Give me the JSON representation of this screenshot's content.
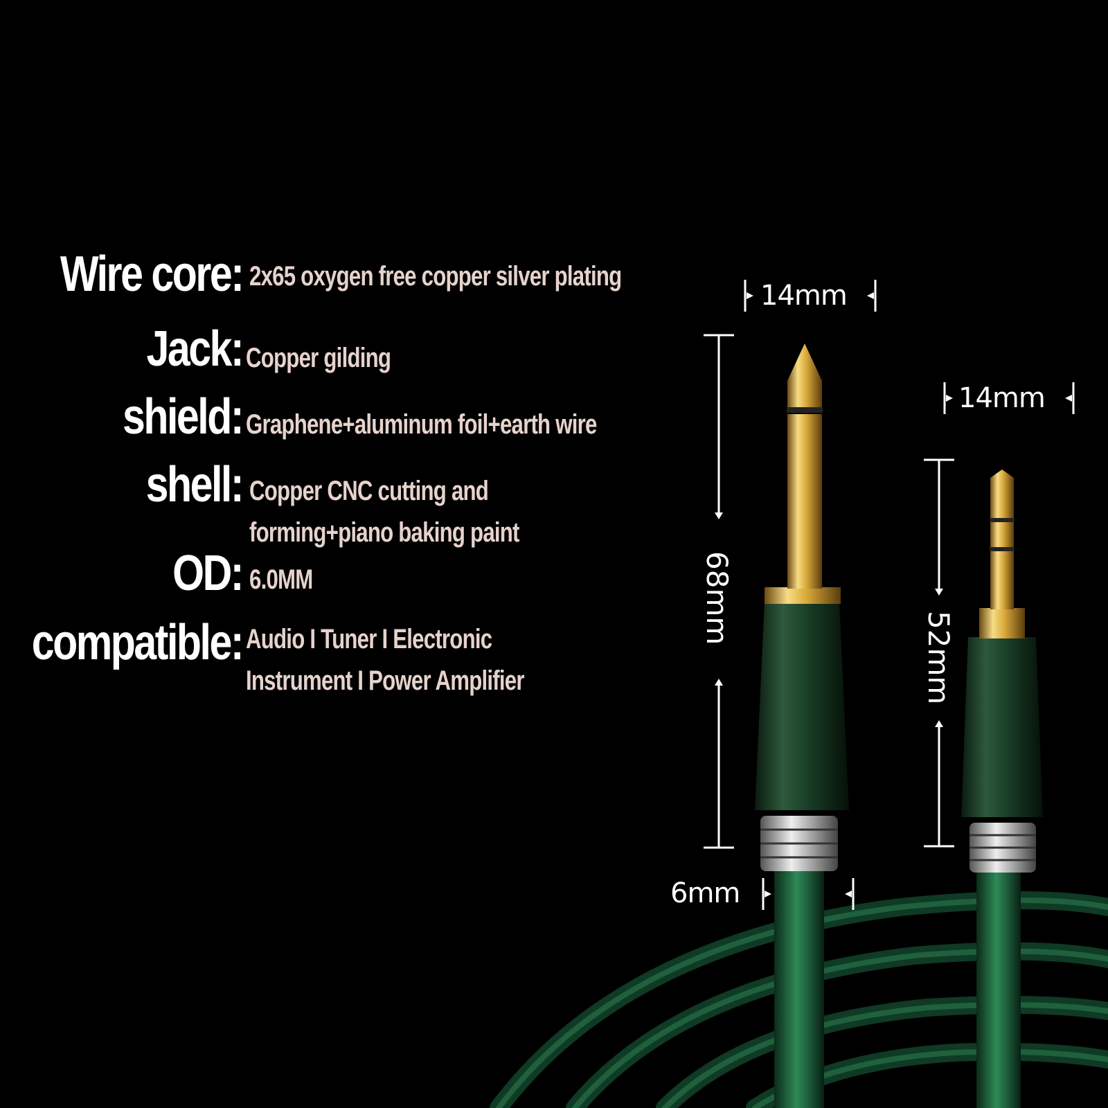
{
  "specs": [
    {
      "label": "Wire core:",
      "lines": [
        "2x65 oxygen free copper silver plating"
      ]
    },
    {
      "label": "Jack:",
      "lines": [
        "Copper gilding"
      ]
    },
    {
      "label": "shield:",
      "lines": [
        "Graphene+aluminum foil+earth wire"
      ]
    },
    {
      "label": "shell:",
      "lines": [
        "Copper CNC cutting and",
        "forming+piano baking paint"
      ]
    },
    {
      "label": "OD:",
      "lines": [
        "6.0MM"
      ]
    },
    {
      "label": "compatible:",
      "lines": [
        "Audio I Tuner I Electronic",
        "Instrument I Power Amplifier"
      ]
    }
  ],
  "dimensions": {
    "large_plug_width": "14mm",
    "large_plug_length": "68mm",
    "small_plug_width": "14mm",
    "small_plug_length": "52mm",
    "cable_diameter": "6mm"
  },
  "colors": {
    "background": "#000000",
    "label": "#ffffff",
    "value": "#e6d3cc",
    "gold": "#d9b24a",
    "shell_green": "#173a24",
    "cable_green": "#1f6b44"
  }
}
